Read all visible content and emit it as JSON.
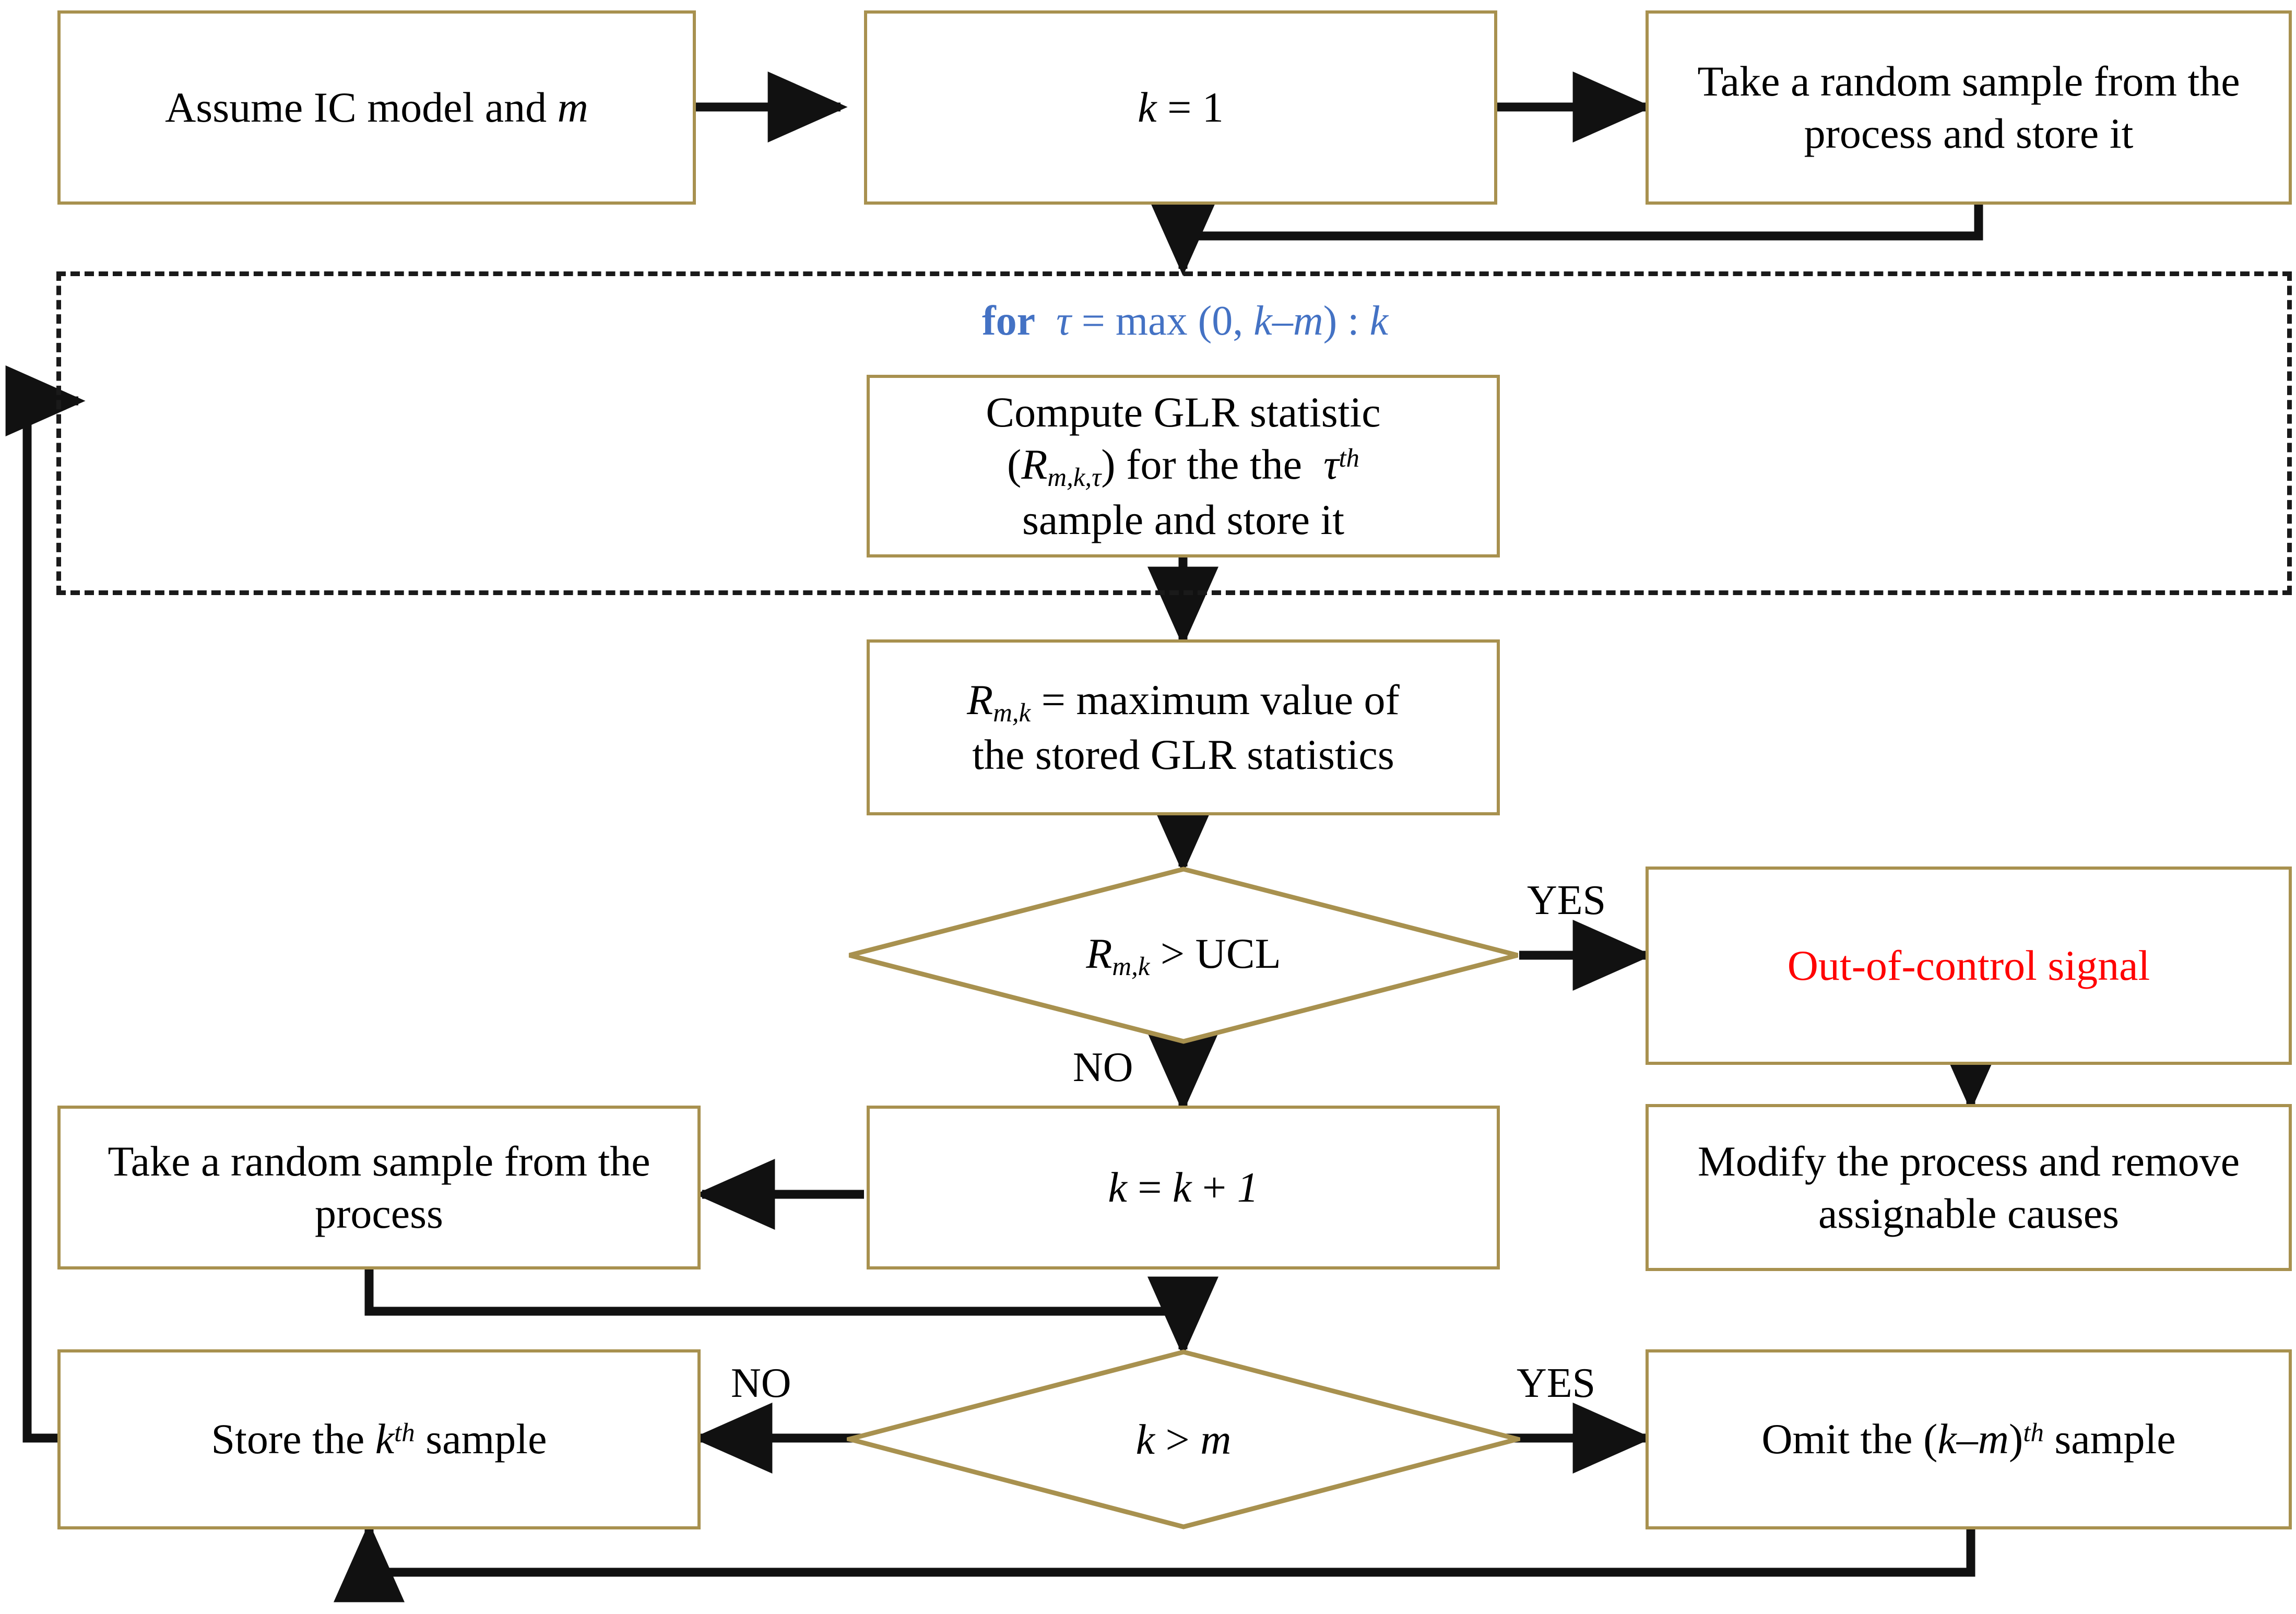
{
  "theme": {
    "box_border": "#a8914f",
    "arrow": "#111111",
    "loop_border": "#1a1a1a",
    "loop_label_color": "#4472c4",
    "alarm_color": "#ff0000",
    "background": "#ffffff"
  },
  "nodes": {
    "assume_model": {
      "label": "Assume IC model and m"
    },
    "k_init": {
      "label": "k = 1"
    },
    "take_sample_store": {
      "label": "Take a random sample from the process and store it"
    },
    "compute_glr": {
      "label": "Compute GLR statistic (Rm,k,τ) for the the τth sample and store it"
    },
    "max_glr": {
      "label": "Rm,k = maximum value of the stored GLR statistics"
    },
    "ooc_signal": {
      "label": "Out-of-control signal"
    },
    "modify_process": {
      "label": "Modify the process and remove assignable causes"
    },
    "take_sample": {
      "label": "Take a random sample from the process"
    },
    "k_increment": {
      "label": "k = k + 1"
    },
    "store_kth": {
      "label": "Store the kth sample"
    },
    "omit_kmth": {
      "label": "Omit the (k−m)th sample"
    }
  },
  "decisions": {
    "ucl_test": {
      "label": "Rm,k > UCL"
    },
    "k_gt_m": {
      "label": "k > m"
    }
  },
  "loop": {
    "header_keyword": "for",
    "header_expr": "τ = max (0, k−m) : k",
    "full_label": "for τ = max (0, k−m) : k"
  },
  "edge_labels": {
    "ucl_yes": "YES",
    "ucl_no": "NO",
    "kgtm_yes": "YES",
    "kgtm_no": "NO"
  }
}
